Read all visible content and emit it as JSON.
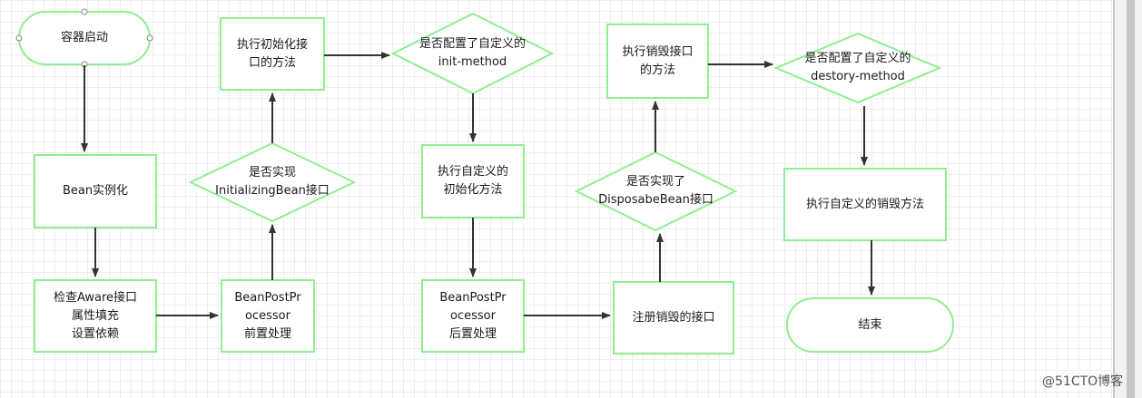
{
  "nodes": {
    "start": {
      "lines": [
        "容器启动"
      ]
    },
    "instantiate": {
      "lines": [
        "Bean实例化"
      ]
    },
    "aware": {
      "lines": [
        "检查Aware接口",
        "属性填充",
        "设置依赖"
      ]
    },
    "bpp_before": {
      "lines": [
        "BeanPostPr",
        "ocessor",
        "前置处理"
      ]
    },
    "q_init_bean": {
      "lines": [
        "是否实现",
        "InitializingBean接口"
      ]
    },
    "init_iface": {
      "lines": [
        "执行初始化接",
        "口的方法"
      ]
    },
    "q_init_method": {
      "lines": [
        "是否配置了自定义的",
        "init-method"
      ]
    },
    "custom_init": {
      "lines": [
        "执行自定义的",
        "初始化方法"
      ]
    },
    "bpp_after": {
      "lines": [
        "BeanPostPr",
        "ocessor",
        "后置处理"
      ]
    },
    "register_destroy": {
      "lines": [
        "注册销毁的接口"
      ]
    },
    "q_disposable": {
      "lines": [
        "是否实现了",
        "DisposabeBean接口"
      ]
    },
    "destroy_iface": {
      "lines": [
        "执行销毁接口",
        "的方法"
      ]
    },
    "q_destroy_method": {
      "lines": [
        "是否配置了自定义的",
        "destory-method"
      ]
    },
    "custom_destroy": {
      "lines": [
        "执行自定义的销毁方法"
      ]
    },
    "end": {
      "lines": [
        "结束"
      ]
    }
  },
  "watermark": "@51CTO博客",
  "colors": {
    "node_border": "#90ee90",
    "arrow": "#333333",
    "background": "#ffffff"
  }
}
